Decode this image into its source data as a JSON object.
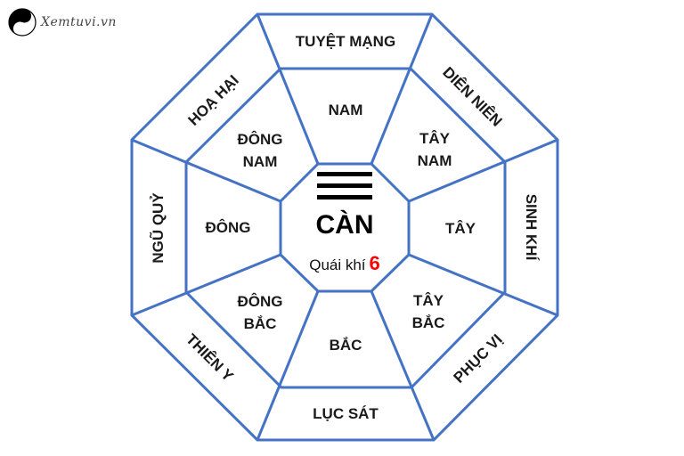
{
  "logo": {
    "icon": "yin-yang-icon",
    "text": "Xemtuvi.vn"
  },
  "center": {
    "trigram": "☰",
    "trigram_lines": 3,
    "name": "CÀN",
    "subtitle": "Quái khí",
    "number": "6",
    "number_color": "#ff0000"
  },
  "line_color": "#4472c4",
  "directions": {
    "south": "NAM",
    "southwest_1": "TÂY",
    "southwest_2": "NAM",
    "west": "TÂY",
    "northwest_1": "TÂY",
    "northwest_2": "BẮC",
    "north": "BẮC",
    "northeast_1": "ĐÔNG",
    "northeast_2": "BẮC",
    "east": "ĐÔNG",
    "southeast_1": "ĐÔNG",
    "southeast_2": "NAM"
  },
  "stars": {
    "south": "TUYỆT MẠNG",
    "southwest": "DIÊN NIÊN",
    "west": "SINH KHÍ",
    "northwest": "PHỤC VỊ",
    "north": "LỤC SÁT",
    "northeast": "THIÊN Y",
    "east": "NGŨ QUỶ",
    "southeast": "HOẠ HẠI"
  }
}
